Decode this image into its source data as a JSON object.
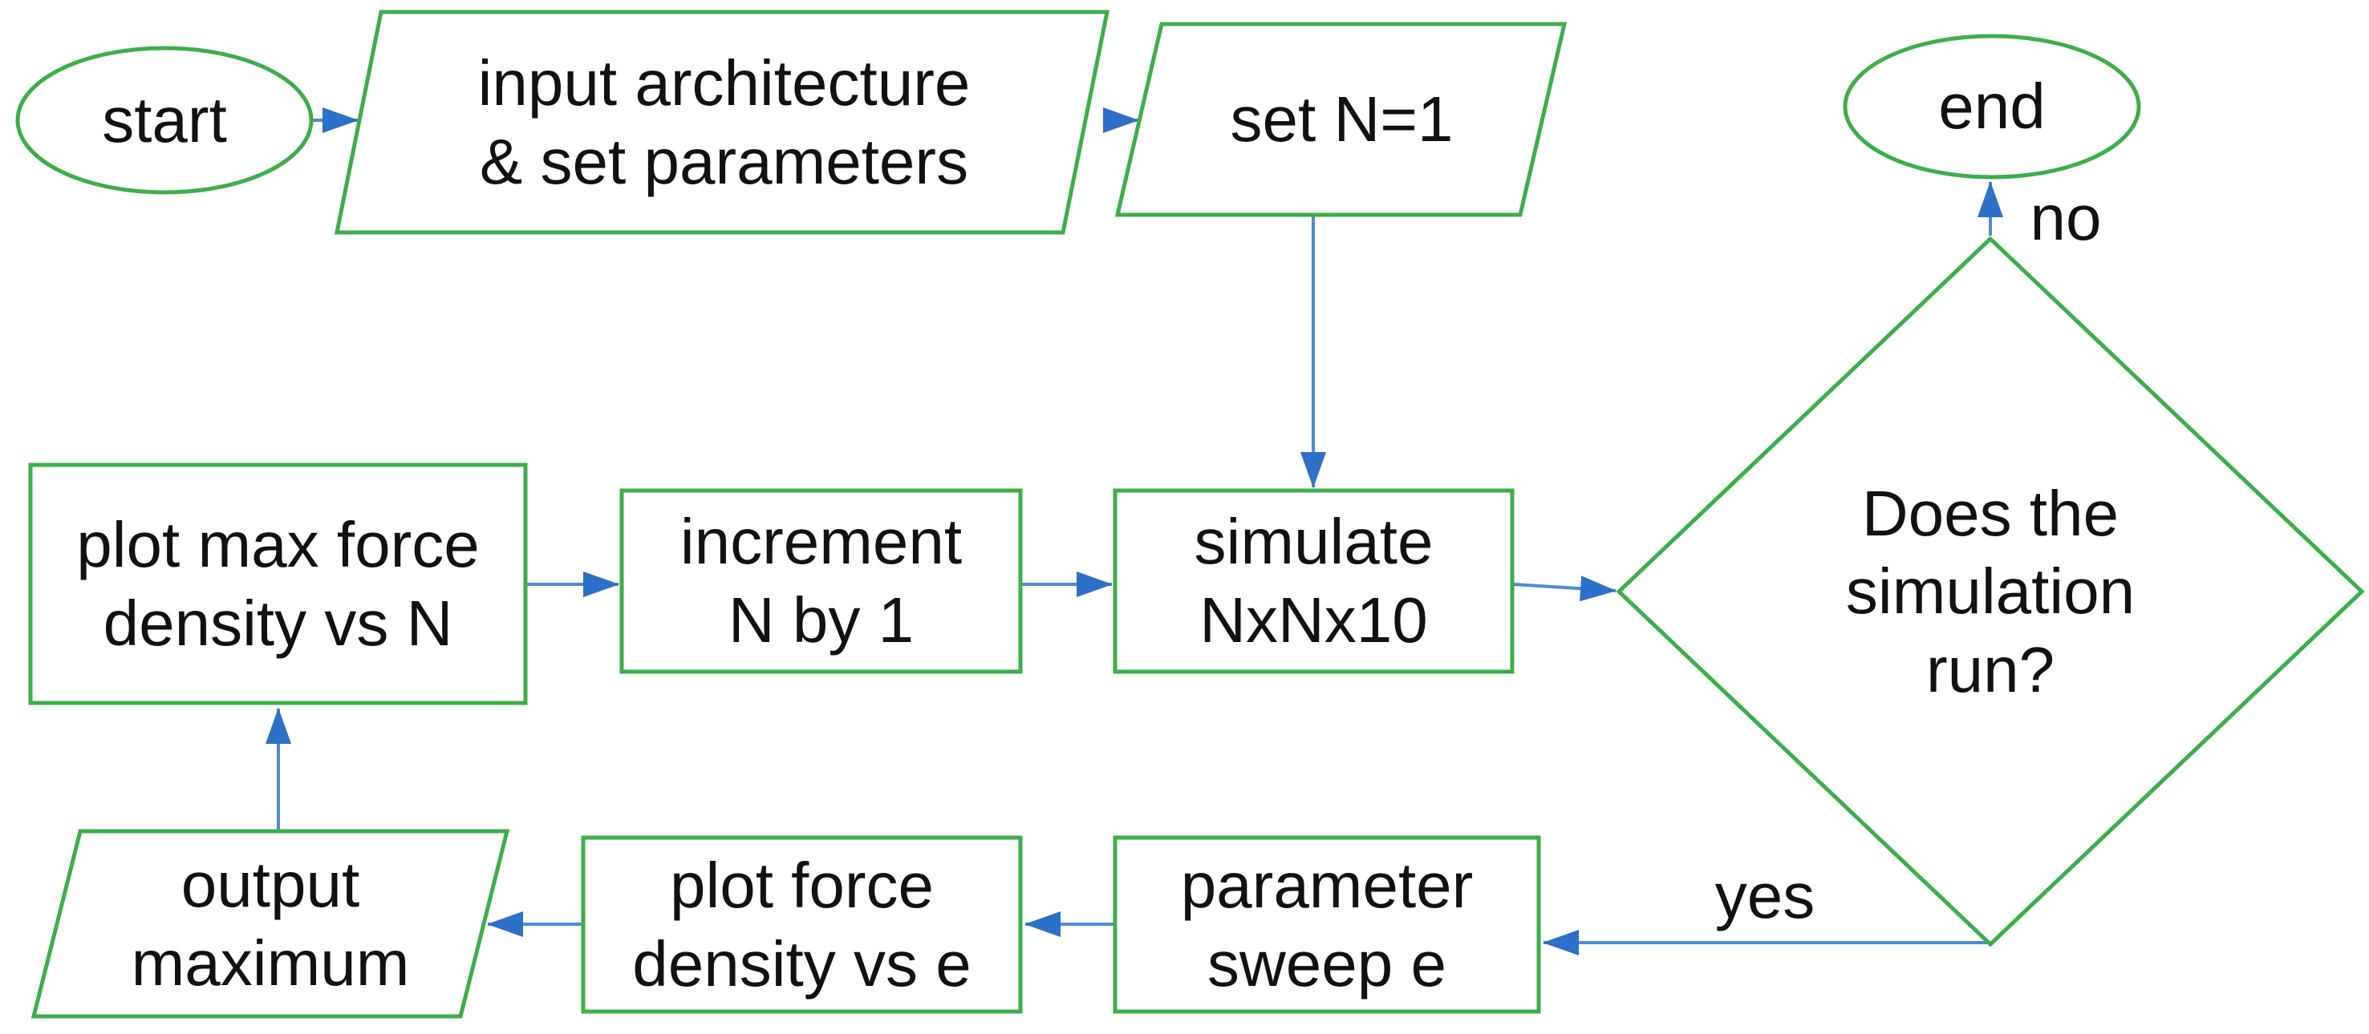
{
  "diagram": {
    "kind": "flowchart",
    "colors": {
      "shape_outline": "#3dae49",
      "arrow_line": "#4f8ad6",
      "arrow_head": "#2d70c8",
      "text": "#111111",
      "background": "#ffffff"
    },
    "nodes": {
      "start": {
        "shape": "ellipse",
        "label": "start"
      },
      "input_params": {
        "shape": "parallelogram",
        "label": "input architecture\n& set parameters"
      },
      "set_n": {
        "shape": "parallelogram",
        "label": "set N=1"
      },
      "plot_max": {
        "shape": "rectangle",
        "label": "plot max force\ndensity vs N"
      },
      "increment": {
        "shape": "rectangle",
        "label": "increment\nN by 1"
      },
      "simulate": {
        "shape": "rectangle",
        "label": "simulate\nNxNx10"
      },
      "decision": {
        "shape": "diamond",
        "label": "Does the\nsimulation\nrun?"
      },
      "end": {
        "shape": "ellipse",
        "label": "end"
      },
      "output_max": {
        "shape": "parallelogram",
        "label": "output\nmaximum"
      },
      "plot_force": {
        "shape": "rectangle",
        "label": "plot force\ndensity vs e"
      },
      "param_sweep": {
        "shape": "rectangle",
        "label": "parameter\nsweep e"
      }
    },
    "edge_labels": {
      "yes": "yes",
      "no": "no"
    },
    "edges": [
      "start -> input_params",
      "input_params -> set_n",
      "set_n -> simulate",
      "plot_max -> increment",
      "increment -> simulate",
      "simulate -> decision",
      "decision -no-> end",
      "decision -yes-> param_sweep",
      "param_sweep -> plot_force",
      "plot_force -> output_max",
      "output_max -> plot_max"
    ]
  }
}
